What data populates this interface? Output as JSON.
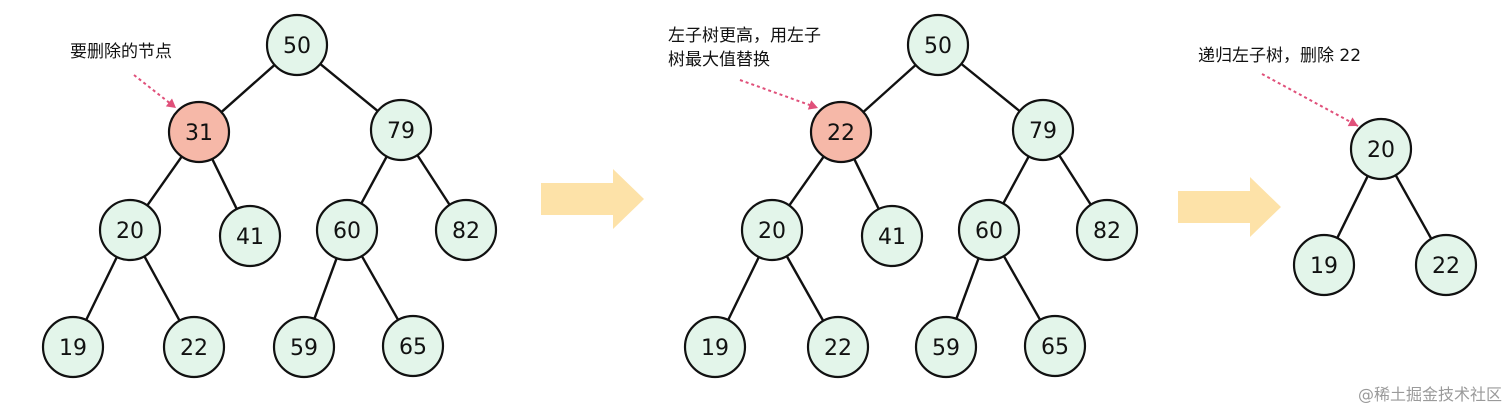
{
  "colors": {
    "node_fill": "#e3f5ea",
    "highlight_fill": "#f6b8a8",
    "arrow_fill": "#fde2a8",
    "pointer_color": "#e0507a"
  },
  "panels": [
    {
      "annotation": "要删除的节点",
      "nodes": [
        {
          "id": "a50",
          "label": "50"
        },
        {
          "id": "a31",
          "label": "31",
          "highlight": true
        },
        {
          "id": "a79",
          "label": "79"
        },
        {
          "id": "a20",
          "label": "20"
        },
        {
          "id": "a41",
          "label": "41"
        },
        {
          "id": "a60",
          "label": "60"
        },
        {
          "id": "a82",
          "label": "82"
        },
        {
          "id": "a19",
          "label": "19"
        },
        {
          "id": "a22",
          "label": "22"
        },
        {
          "id": "a59",
          "label": "59"
        },
        {
          "id": "a65",
          "label": "65"
        }
      ],
      "edges": [
        [
          "a50",
          "a31"
        ],
        [
          "a50",
          "a79"
        ],
        [
          "a31",
          "a20"
        ],
        [
          "a31",
          "a41"
        ],
        [
          "a79",
          "a60"
        ],
        [
          "a79",
          "a82"
        ],
        [
          "a20",
          "a19"
        ],
        [
          "a20",
          "a22"
        ],
        [
          "a60",
          "a59"
        ],
        [
          "a60",
          "a65"
        ]
      ]
    },
    {
      "annotation": "左子树更高，用左子\n树最大值替换",
      "nodes": [
        {
          "id": "b50",
          "label": "50"
        },
        {
          "id": "b22",
          "label": "22",
          "highlight": true
        },
        {
          "id": "b79",
          "label": "79"
        },
        {
          "id": "b20",
          "label": "20"
        },
        {
          "id": "b41",
          "label": "41"
        },
        {
          "id": "b60",
          "label": "60"
        },
        {
          "id": "b82",
          "label": "82"
        },
        {
          "id": "b19",
          "label": "19"
        },
        {
          "id": "b22b",
          "label": "22"
        },
        {
          "id": "b59",
          "label": "59"
        },
        {
          "id": "b65",
          "label": "65"
        }
      ],
      "edges": [
        [
          "b50",
          "b22"
        ],
        [
          "b50",
          "b79"
        ],
        [
          "b22",
          "b20"
        ],
        [
          "b22",
          "b41"
        ],
        [
          "b79",
          "b60"
        ],
        [
          "b79",
          "b82"
        ],
        [
          "b20",
          "b19"
        ],
        [
          "b20",
          "b22b"
        ],
        [
          "b60",
          "b59"
        ],
        [
          "b60",
          "b65"
        ]
      ]
    },
    {
      "annotation": "递归左子树，删除 22",
      "nodes": [
        {
          "id": "c20",
          "label": "20"
        },
        {
          "id": "c19",
          "label": "19"
        },
        {
          "id": "c22",
          "label": "22"
        }
      ],
      "edges": [
        [
          "c20",
          "c19"
        ],
        [
          "c20",
          "c22"
        ]
      ]
    }
  ],
  "watermark": "@稀土掘金技术社区"
}
